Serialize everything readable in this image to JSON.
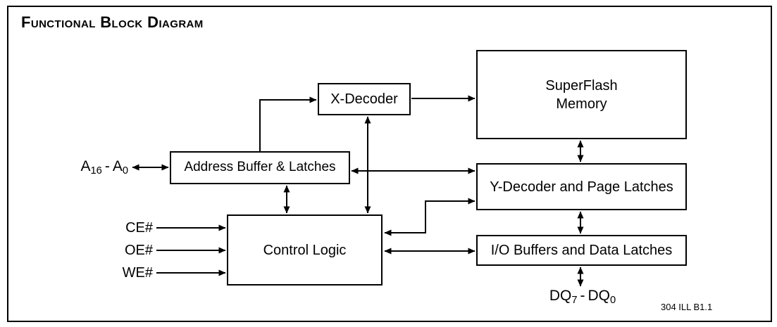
{
  "title": "Functional Block Diagram",
  "blocks": {
    "x_decoder": {
      "label": "X-Decoder"
    },
    "superflash_memory": {
      "line1": "SuperFlash",
      "line2": "Memory"
    },
    "address_buffer": {
      "label": "Address Buffer & Latches"
    },
    "y_decoder": {
      "label": "Y-Decoder and Page Latches"
    },
    "control_logic": {
      "label": "Control Logic"
    },
    "io_buffers": {
      "label": "I/O Buffers and Data Latches"
    }
  },
  "signals": {
    "address_bus": {
      "base_high": "A",
      "sub_high": "16",
      "separator": "-",
      "base_low": "A",
      "sub_low": "0"
    },
    "chip_enable": "CE#",
    "output_enable": "OE#",
    "write_enable": "WE#",
    "data_bus": {
      "base_high": "DQ",
      "sub_high": "7",
      "separator": "-",
      "base_low": "DQ",
      "sub_low": "0"
    }
  },
  "footnote": "304 ILL B1.1",
  "colors": {
    "line": "#000000",
    "background": "#ffffff",
    "text": "#000000"
  }
}
